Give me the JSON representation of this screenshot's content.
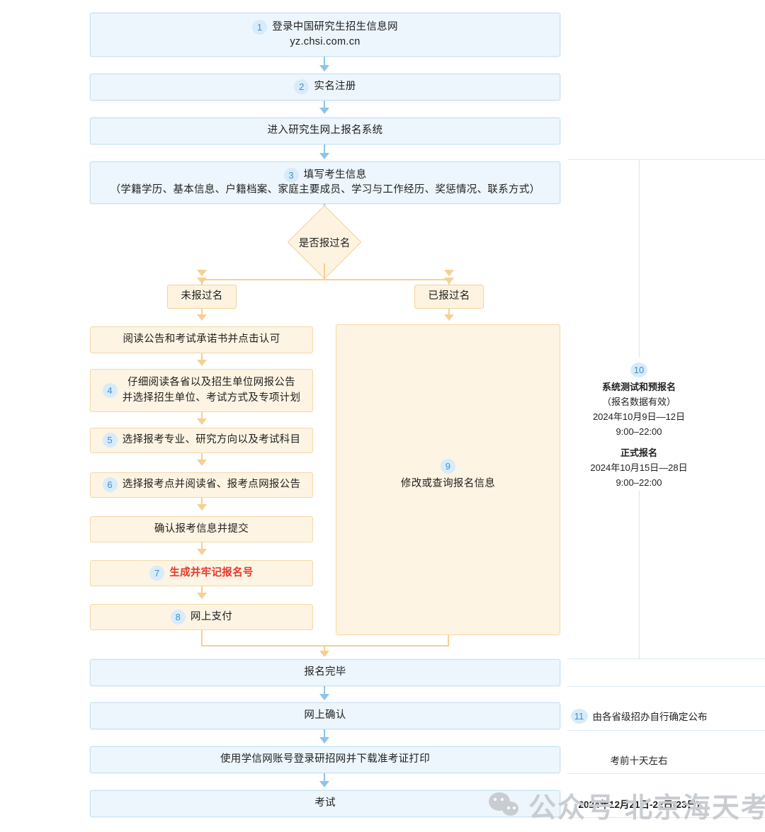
{
  "colors": {
    "blue_fill": "#edf6fc",
    "blue_border": "#c9e3f3",
    "orange_fill": "#fdf4e3",
    "orange_border": "#f3d9a6",
    "badge_bg": "#d7ebfa",
    "badge_text": "#3f90d0",
    "arrow_blue": "#8cc4ea",
    "arrow_orange": "#f6cf92",
    "highlight_red": "#e8372a",
    "watermark": "#c9cdd1"
  },
  "flow": {
    "step1": {
      "num": "1",
      "line1": "登录中国研究生招生信息网",
      "line2": "yz.chsi.com.cn"
    },
    "step2": {
      "num": "2",
      "label": "实名注册"
    },
    "enter_system": {
      "label": "进入研究生网上报名系统"
    },
    "step3": {
      "num": "3",
      "line1": "填写考生信息",
      "line2": "（学籍学历、基本信息、户籍档案、家庭主要成员、学习与工作经历、奖惩情况、联系方式）"
    },
    "decision": {
      "label": "是否报过名"
    },
    "branch_left": {
      "label": "未报过名"
    },
    "branch_right": {
      "label": "已报过名"
    },
    "read_notice": {
      "label": "阅读公告和考试承诺书并点击认可"
    },
    "step4": {
      "num": "4",
      "line1": "仔细阅读各省以及招生单位网报公告",
      "line2": "并选择招生单位、考试方式及专项计划"
    },
    "step5": {
      "num": "5",
      "label": "选择报考专业、研究方向以及考试科目"
    },
    "step6": {
      "num": "6",
      "label": "选择报考点并阅读省、报考点网报公告"
    },
    "confirm_submit": {
      "label": "确认报考信息并提交"
    },
    "step7": {
      "num": "7",
      "label": "生成并牢记报名号"
    },
    "step8": {
      "num": "8",
      "label": "网上支付"
    },
    "step9": {
      "num": "9",
      "label": "修改或查询报名信息"
    },
    "done": {
      "label": "报名完毕"
    },
    "online_confirm": {
      "label": "网上确认"
    },
    "download_ticket": {
      "label": "使用学信网账号登录研招网并下载准考证打印"
    },
    "exam": {
      "label": "考试"
    }
  },
  "timeline": {
    "step10": {
      "num": "10",
      "title1": "系统测试和预报名",
      "sub1": "（报名数据有效）",
      "date1": "2024年10月9日—12日",
      "time1": "9:00–22:00",
      "title2": "正式报名",
      "date2": "2024年10月15日—28日",
      "time2": "9:00–22:00"
    },
    "step11": {
      "num": "11",
      "label": "由各省级招办自行确定公布"
    },
    "before_exam": {
      "label": "考前十天左右"
    },
    "exam_date": {
      "label": "2024年12月21日-22日(23日)"
    }
  },
  "watermark": {
    "icon": "wechat-icon",
    "text": "公众号 北京海天考研"
  }
}
